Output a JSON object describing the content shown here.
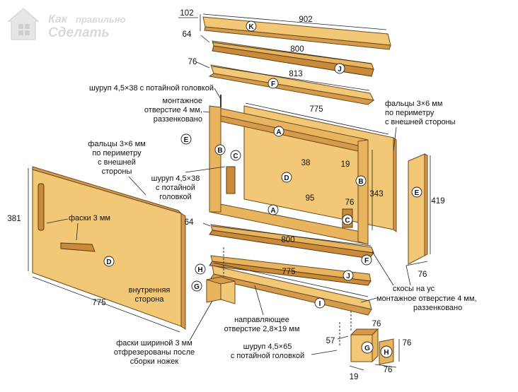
{
  "logo": {
    "line1": "Как",
    "line1b": "правильно",
    "line2": "Сделать"
  },
  "parts": {
    "K": "K",
    "J": "J",
    "F": "F",
    "A": "A",
    "B": "B",
    "C": "C",
    "D": "D",
    "E": "E",
    "G": "G",
    "H": "H",
    "I": "I"
  },
  "dims": {
    "k_thick": "102",
    "k_len": "902",
    "j_thick": "64",
    "j_len": "800",
    "f_thick": "76",
    "f_len": "813",
    "frame_len": "775",
    "a_w": "38",
    "a_gap": "19",
    "b_h": "343",
    "c_95": "95",
    "c_76": "76",
    "e_h": "419",
    "e_w": "76",
    "panel_h": "381",
    "panel_w": "775",
    "jb_thick": "64",
    "jb_len": "800",
    "i_len": "775",
    "foot_76a": "76",
    "foot_57": "57",
    "foot_76b": "76",
    "foot_19": "19",
    "foot_76c": "76"
  },
  "notes": {
    "screw1": "шуруп 4,5×38 с потайной головкой",
    "hole1_l1": "монтажное",
    "hole1_l2": "отверстие 4 мм,",
    "hole1_l3": "раззенковано",
    "rebate_r_l1": "фальцы 3×6 мм",
    "rebate_r_l2": "по периметру",
    "rebate_r_l3": "с внешней стороны",
    "rebate_l_l1": "фальцы 3×6 мм",
    "rebate_l_l2": "по периметру",
    "rebate_l_l3": "с внешней",
    "rebate_l_l4": "стороны",
    "screw2_l1": "шуруп 4,5×38",
    "screw2_l2": "с потайной",
    "screw2_l3": "головкой",
    "chamfer": "фаски 3 мм",
    "inner_l1": "внутренняя",
    "inner_l2": "сторона",
    "miter": "скосы на ус",
    "hole2_l1": "монтажное отверстие 4 мм,",
    "hole2_l2": "раззенковано",
    "guide_l1": "направляющее",
    "guide_l2": "отверстие 2,8×19 мм",
    "chamfer2_l1": "фаски шириной 3 мм",
    "chamfer2_l2": "отфрезерованы после",
    "chamfer2_l3": "сборки ножек",
    "screw3_l1": "шуруп 4,5×65",
    "screw3_l2": "с потайной головкой"
  }
}
